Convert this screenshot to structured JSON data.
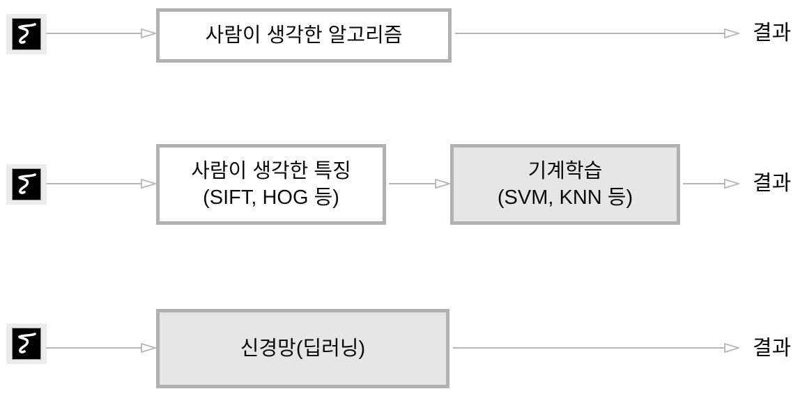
{
  "diagram": {
    "description": "Three approaches to recognizing a handwritten digit: hand-crafted algorithm, hand-crafted features with machine learning, and neural network (deep learning)",
    "input_icon": "mnist-digit-5",
    "colors": {
      "box_border": "#b1b1b1",
      "box_fill_plain": "#ffffff",
      "box_fill_gray": "#e6e6e6",
      "arrow": "#b6b6b6",
      "icon_background": "#ececec",
      "icon_canvas": "#000000",
      "icon_digit": "#ffffff",
      "text": "#0a0a0a"
    },
    "rows": [
      {
        "name": "hand-crafted-algorithm",
        "boxes": [
          {
            "lines": [
              "사람이 생각한 알고리즘",
              ""
            ],
            "filled": false
          }
        ],
        "result": "결과"
      },
      {
        "name": "hand-crafted-features-plus-machine-learning",
        "boxes": [
          {
            "lines": [
              "사람이 생각한 특징",
              "(SIFT, HOG 등)"
            ],
            "filled": false
          },
          {
            "lines": [
              "기계학습",
              "(SVM, KNN 등)"
            ],
            "filled": true
          }
        ],
        "result": "결과"
      },
      {
        "name": "neural-network-deep-learning",
        "boxes": [
          {
            "lines": [
              "신경망(딥러닝)",
              ""
            ],
            "filled": true
          }
        ],
        "result": "결과"
      }
    ]
  }
}
